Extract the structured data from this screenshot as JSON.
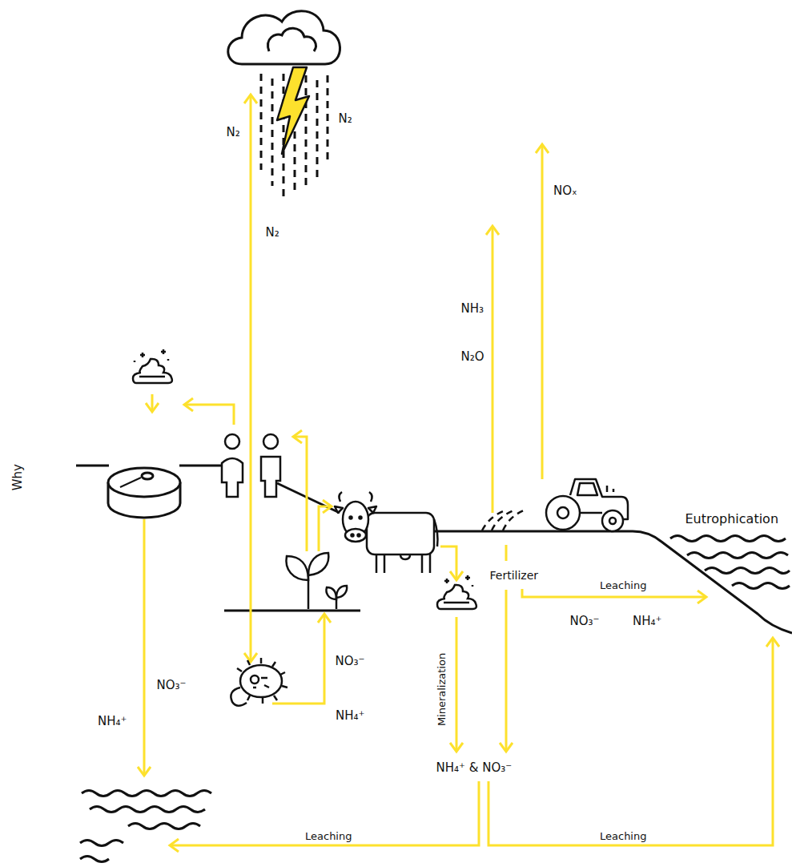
{
  "diagram": {
    "labels": [
      "N₂",
      "N₂",
      "NOₓ",
      "N₂",
      "NH₃",
      "N₂O",
      "Why",
      "Eutrophication",
      "Fertilizer",
      "Leaching",
      "NO₃⁻",
      "NH₄⁺",
      "NO₃⁻",
      "NO₃⁻",
      "Mineralization",
      "NH₄⁺",
      "NH₄⁺",
      "NH₄⁺ & NO₃⁻",
      "Leaching",
      "Leaching"
    ]
  }
}
